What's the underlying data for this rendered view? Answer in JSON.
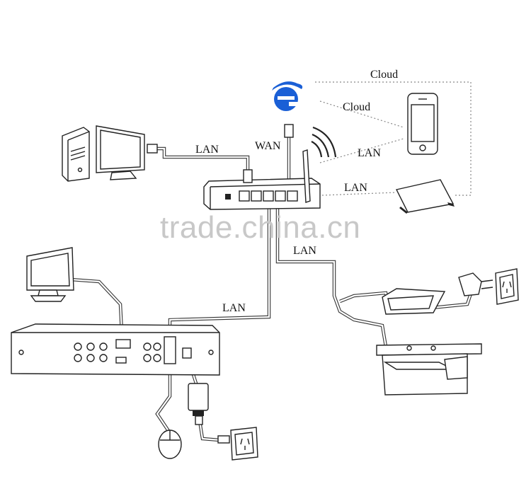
{
  "labels": {
    "cloud_top": "Cloud",
    "cloud_mid": "Cloud",
    "lan_pc": "LAN",
    "wan": "WAN",
    "lan_phone": "LAN",
    "lan_tablet": "LAN",
    "lan_camera": "LAN",
    "lan_dvr": "LAN"
  },
  "watermark": "trade.china.cn",
  "colors": {
    "ie_blue": "#1a5fd6",
    "line": "#222222",
    "dotted": "#888888",
    "watermark": "#c8c8c8"
  },
  "icons": [
    "internet-explorer-icon",
    "wifi-signal-icon"
  ]
}
